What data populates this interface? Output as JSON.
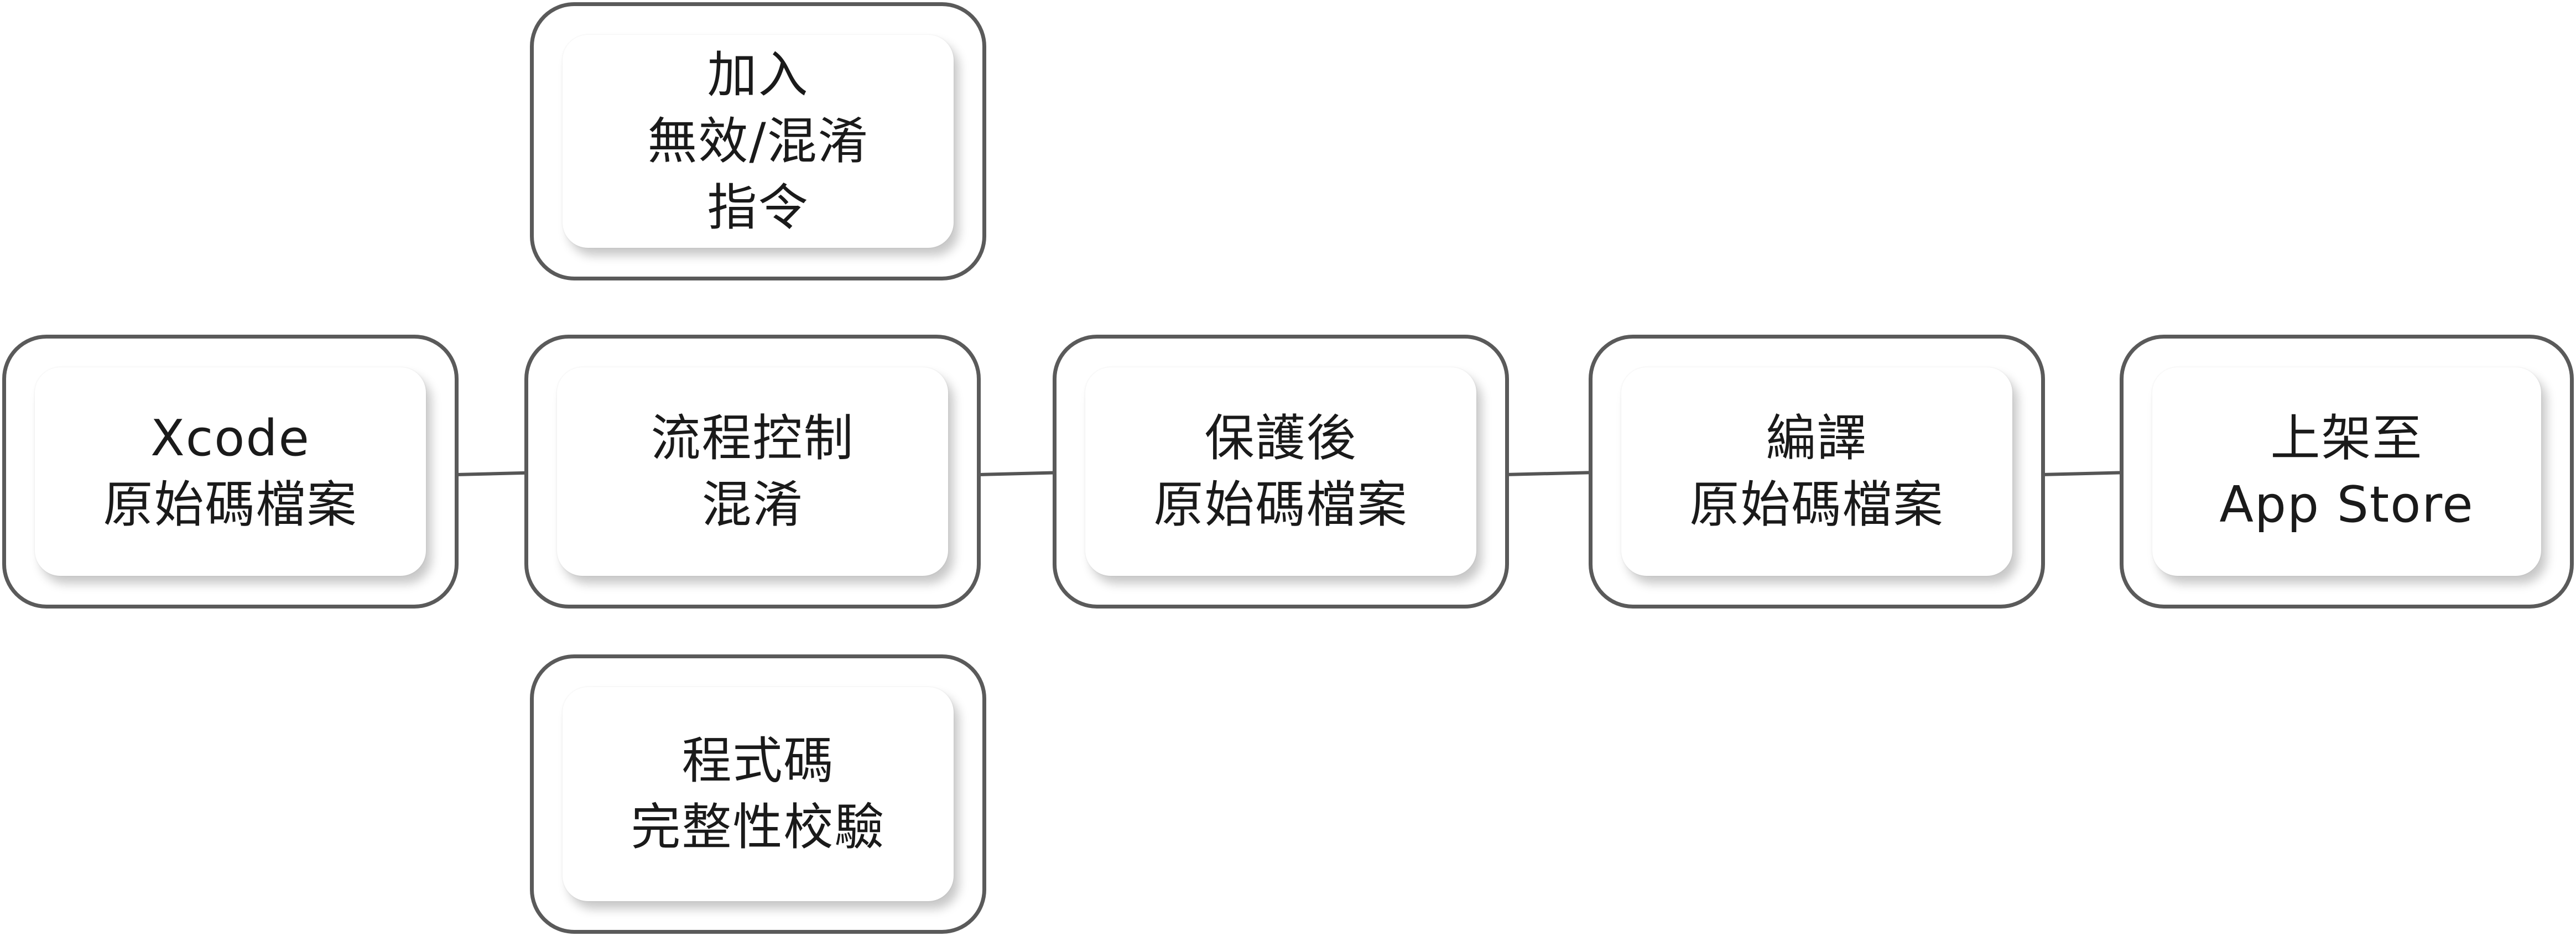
{
  "nodes": {
    "source": {
      "label": "Xcode\n原始碼檔案"
    },
    "invalid": {
      "label": "加入\n無效/混淆\n指令"
    },
    "flow": {
      "label": "流程控制\n混淆"
    },
    "integrity": {
      "label": "程式碼\n完整性校驗"
    },
    "protected": {
      "label": "保護後\n原始碼檔案"
    },
    "compile": {
      "label": "編譯\n原始碼檔案"
    },
    "appstore": {
      "label": "上架至\nApp Store"
    }
  },
  "colors": {
    "border": "#5a5a5a",
    "text": "#1a1a1a",
    "arrow": "#555555"
  }
}
